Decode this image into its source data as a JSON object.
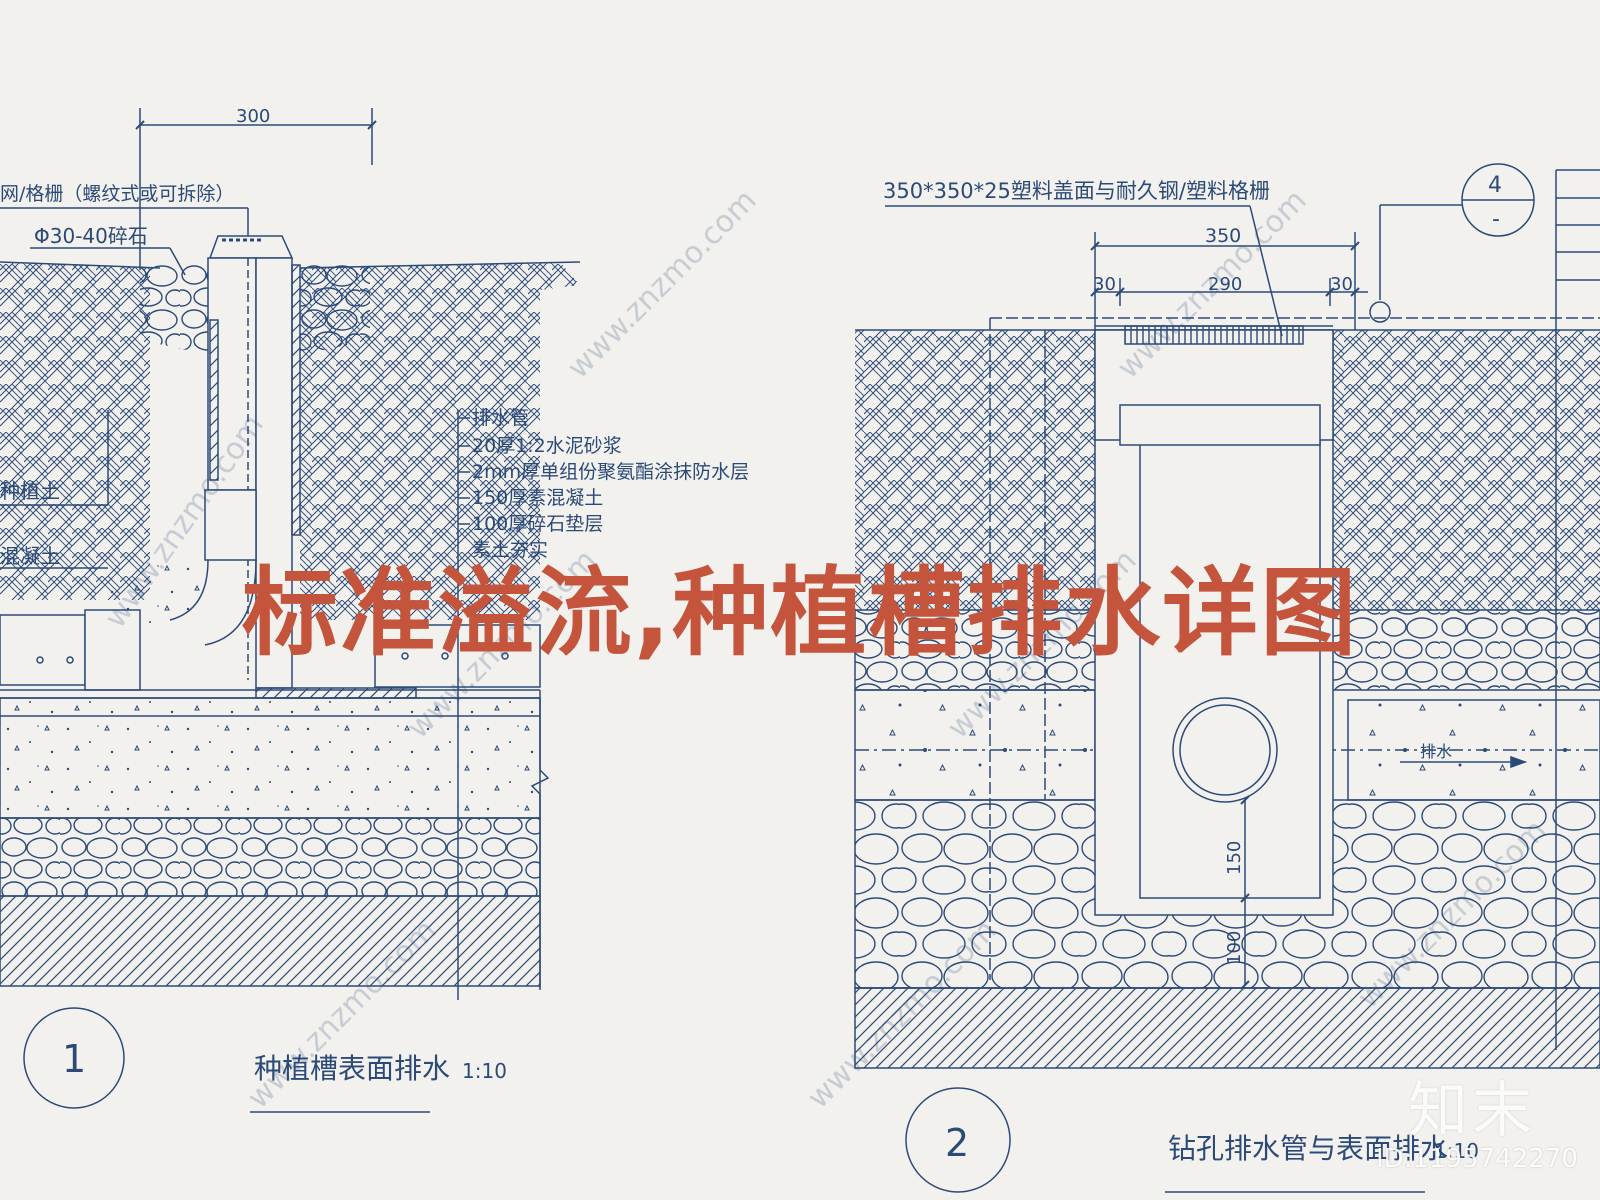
{
  "overlay_title": "标准溢流,种植槽排水详图",
  "watermark": {
    "site": "www.znzmo.com",
    "brand": "知末",
    "id": "ID:1195742270"
  },
  "detail1": {
    "number": "1",
    "title": "种植槽表面排水",
    "scale": "1:10",
    "dim_300": "300",
    "label_grate": "网/格栅（螺纹式或可拆除）",
    "label_gravel": "Φ30-40碎石",
    "label_soil": "种植土",
    "label_concrete": "混凝土",
    "layers": [
      "排水管",
      "20厚1:2水泥砂浆",
      "2mm厚单组份聚氨酯涂抹防水层",
      "150厚素混凝土",
      "100厚碎石垫层",
      "素土夯实"
    ]
  },
  "detail2": {
    "number": "2",
    "title": "钻孔排水管与表面排水",
    "scale": "1:10",
    "label_cover": "350*350*25塑料盖面与耐久钢/塑料格栅",
    "dim_350": "350",
    "dim_30_left": "30",
    "dim_290": "290",
    "dim_30_right": "30",
    "dim_150": "150",
    "dim_100": "100",
    "flow_label": "排水",
    "ref_top": "4",
    "ref_bottom": "-"
  },
  "colors": {
    "line": "#2c4a78",
    "title": "#c4543b",
    "background": "#f3f1ee"
  }
}
